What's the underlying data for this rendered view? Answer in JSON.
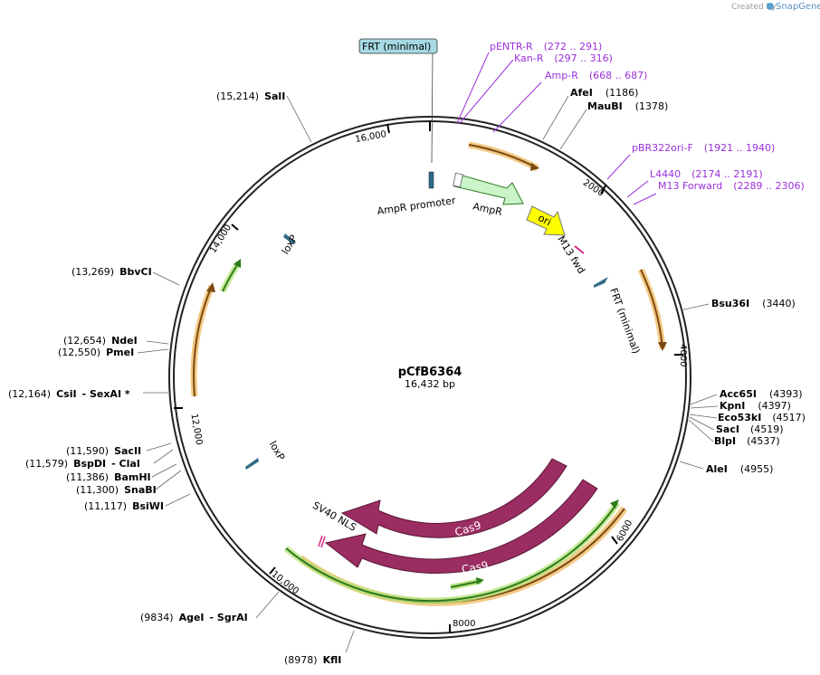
{
  "plasmid": {
    "name": "pCfB6364",
    "size_label": "16,432 bp"
  },
  "credit": {
    "prefix": "Created by",
    "brand": "SnapGene"
  },
  "tick_labels": [
    "2000",
    "4000",
    "6000",
    "8000",
    "10,000",
    "12,000",
    "14,000",
    "16,000"
  ],
  "features": {
    "ampr_promoter": "AmpR promoter",
    "ampr": "AmpR",
    "ori": "ori",
    "m13_fwd": "M13 fwd",
    "frt_minimal": "FRT (minimal)",
    "frt_minimal_callout": "FRT (minimal)",
    "loxp_1": "loxP",
    "loxp_2": "loxP",
    "sv40_nls": "SV40 NLS",
    "cas9_outer": "Cas9",
    "cas9_inner": "Cas9"
  },
  "primers": [
    {
      "name": "pENTR-R",
      "range": "(272 .. 291)"
    },
    {
      "name": "Kan-R",
      "range": "(297 .. 316)"
    },
    {
      "name": "Amp-R",
      "range": "(668 .. 687)"
    },
    {
      "name": "pBR322ori-F",
      "range": "(1921 .. 1940)"
    },
    {
      "name": "L4440",
      "range": "(2174 .. 2191)"
    },
    {
      "name": "M13 Forward",
      "range": "(2289 .. 2306)"
    }
  ],
  "sites_right": [
    {
      "name": "AfeI",
      "pos": "(1186)"
    },
    {
      "name": "MauBI",
      "pos": "(1378)"
    },
    {
      "name": "Bsu36I",
      "pos": "(3440)"
    },
    {
      "name": "Acc65I",
      "pos": "(4393)"
    },
    {
      "name": "KpnI",
      "pos": "(4397)"
    },
    {
      "name": "Eco53kI",
      "pos": "(4517)"
    },
    {
      "name": "SacI",
      "pos": "(4519)"
    },
    {
      "name": "BlpI",
      "pos": "(4537)"
    },
    {
      "name": "AleI",
      "pos": "(4955)"
    }
  ],
  "sites_left": [
    {
      "pos": "(15,214)",
      "name": "SalI",
      "extra": ""
    },
    {
      "pos": "(13,269)",
      "name": "BbvCI",
      "extra": ""
    },
    {
      "pos": "(12,654)",
      "name": "NdeI",
      "extra": ""
    },
    {
      "pos": "(12,550)",
      "name": "PmeI",
      "extra": ""
    },
    {
      "pos": "(12,164)",
      "name": "CsiI",
      "extra": "- SexAI *"
    },
    {
      "pos": "(11,590)",
      "name": "SacII",
      "extra": ""
    },
    {
      "pos": "(11,579)",
      "name": "BspDI",
      "extra": "- ClaI"
    },
    {
      "pos": "(11,386)",
      "name": "BamHI",
      "extra": ""
    },
    {
      "pos": "(11,300)",
      "name": "SnaBI",
      "extra": ""
    },
    {
      "pos": "(11,117)",
      "name": "BsiWI",
      "extra": ""
    },
    {
      "pos": "(9834)",
      "name": "AgeI",
      "extra": "- SgrAI"
    },
    {
      "pos": "(8978)",
      "name": "KflI",
      "extra": ""
    }
  ],
  "colors": {
    "backbone": "#222222",
    "orange_feature": "#f0b352",
    "green_feature": "#b6e37a",
    "ampr_fill": "#c9f5c9",
    "ori_fill": "#ffff00",
    "cas9_fill": "#9b2d62",
    "promoter_fill": "#2f6a86",
    "primer": "#9b30d9",
    "callout_fill": "#a6d9e3"
  }
}
